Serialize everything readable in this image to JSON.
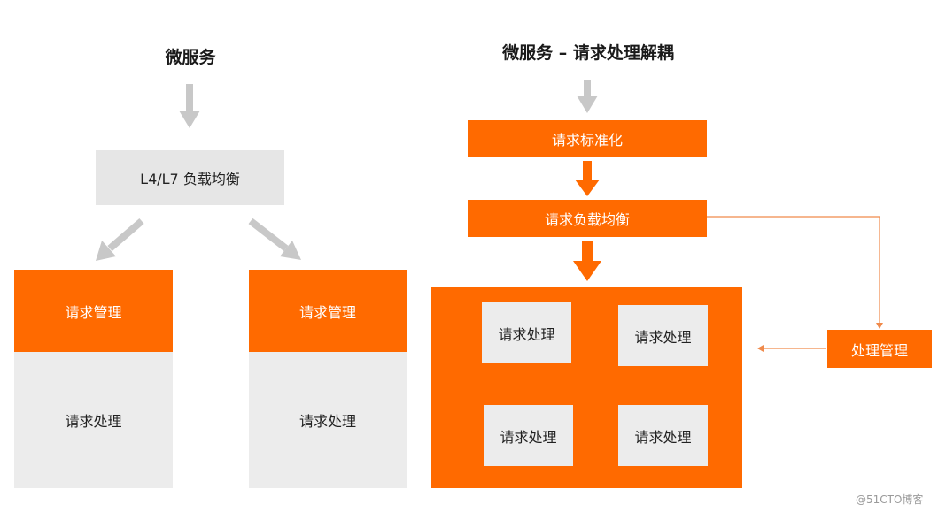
{
  "left": {
    "title": "微服务",
    "lb_label": "L4/L7 负载均衡",
    "services": [
      {
        "header": "请求管理",
        "body": "请求处理"
      },
      {
        "header": "请求管理",
        "body": "请求处理"
      }
    ]
  },
  "right": {
    "title": "微服务 – 请求处理解耦",
    "normalize_label": "请求标准化",
    "lb_label": "请求负载均衡",
    "handlers": [
      "请求处理",
      "请求处理",
      "请求处理",
      "请求处理"
    ],
    "manager_label": "处理管理"
  },
  "watermark": "@51CTO博客",
  "colors": {
    "accent": "#ff6a00",
    "gray_box": "#e6e6e6",
    "arrow_gray": "#c8c8c8",
    "connector": "#f08a4b"
  }
}
